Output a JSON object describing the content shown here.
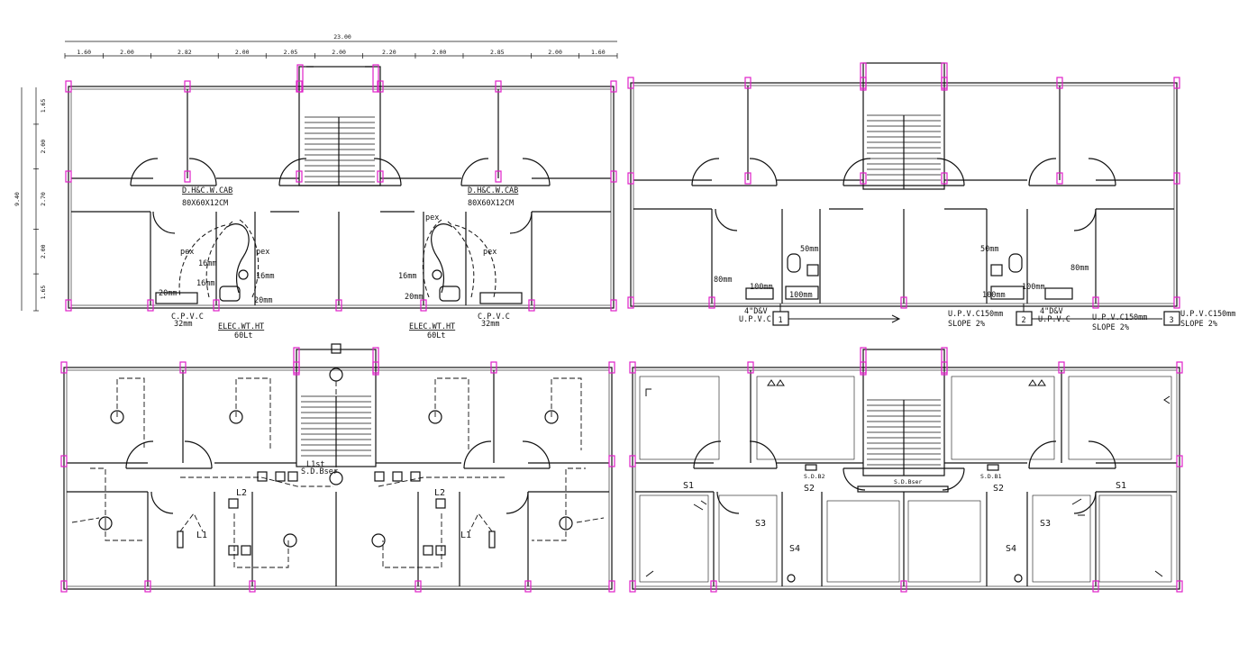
{
  "dimensions": {
    "overall_width": "23.00",
    "top_segments": [
      "1.60",
      "2.00",
      "2.82",
      "2.00",
      "2.05",
      "2.00",
      "2.20",
      "2.00",
      "2.85",
      "2.00",
      "1.60"
    ],
    "overall_depth": "9.40",
    "side_segments": [
      "1.65",
      "2.00",
      "2.70",
      "2.00",
      "1.65"
    ]
  },
  "plumbing_supply": {
    "cabinet_label": "D.H&C.W.CAB",
    "cabinet_size": "80X60X12CM",
    "pipe_material": "pex",
    "pipe_16": "16mm",
    "pipe_20": "20mm",
    "drain_label": "C.P.V.C",
    "drain_size": "32mm",
    "heater_label": "ELEC.WT.HT",
    "heater_capacity": "60Lt"
  },
  "drainage": {
    "pipe_50": "50mm",
    "pipe_80": "80mm",
    "pipe_100": "100mm",
    "stack_label": "4\"D&V",
    "material": "U.P.V.C",
    "main_pipe": "U.P.V.C150mm",
    "slope": "SLOPE 2%",
    "manholes": [
      "1",
      "2",
      "3"
    ]
  },
  "lighting": {
    "lights": [
      "L1",
      "L2"
    ],
    "panel": "S.D.Bser",
    "panel_tag": "L1st"
  },
  "power": {
    "switches": [
      "S1",
      "S2",
      "S3",
      "S4"
    ],
    "panel": "S.D.Bser",
    "sub_panels": [
      "S.D.B2",
      "S.D.B1"
    ]
  }
}
